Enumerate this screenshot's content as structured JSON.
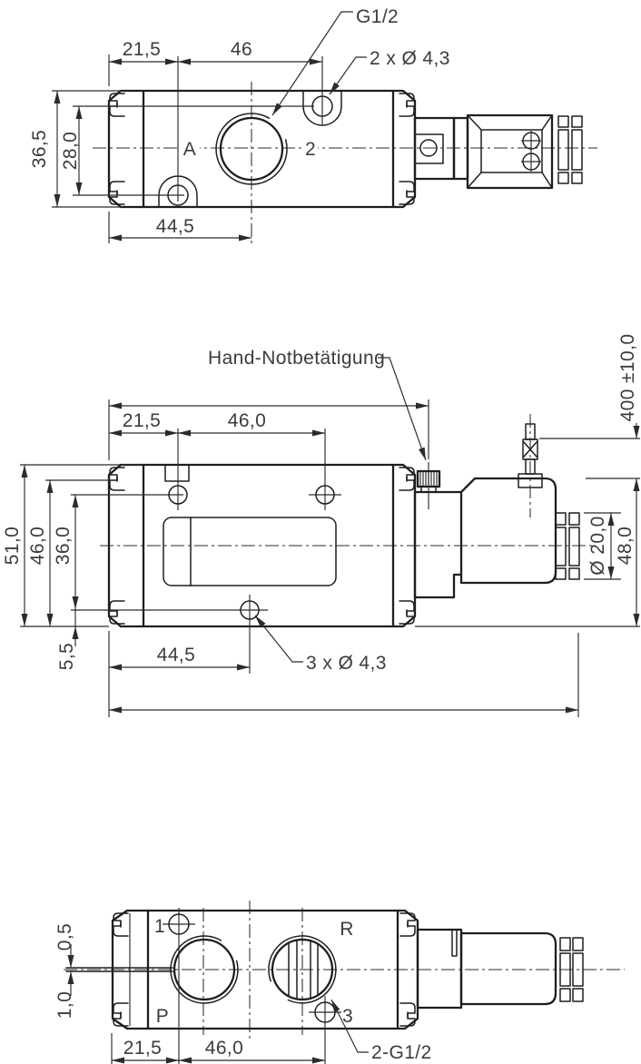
{
  "drawing": {
    "top_view": {
      "thread_label": "G1/2",
      "holes_label": "2 x Ø 4,3",
      "dim_offset": "21,5",
      "dim_spacing": "46",
      "dim_height": "36,5",
      "dim_hole_height": "28,0",
      "dim_port_x": "44,5",
      "label_a": "A",
      "label_2": "2"
    },
    "side_view": {
      "override_label": "Hand-Notbetätigung",
      "dim_cable": "400 ±10,0",
      "dim_offset": "21,5",
      "dim_spacing": "46,0",
      "dim_h51": "51,0",
      "dim_h46": "46,0",
      "dim_h36": "36,0",
      "dim_h55": "5,5",
      "dim_port_x": "44,5",
      "holes_label": "3 x Ø 4,3",
      "dim_ring_dia": "Ø 20,0",
      "dim_h48": "48,0"
    },
    "bottom_view": {
      "dim_05": "0,5",
      "dim_10": "1,0",
      "dim_offset": "21,5",
      "dim_spacing": "46,0",
      "thread_label": "2-G1/2",
      "port_1": "1",
      "port_r": "R",
      "port_p": "P",
      "port_3": "3"
    }
  }
}
